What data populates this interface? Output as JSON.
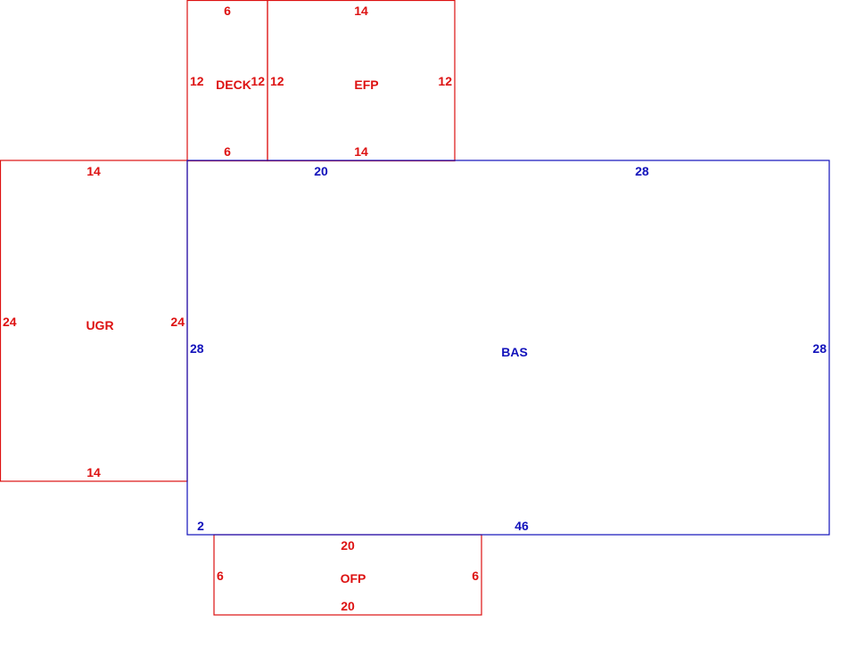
{
  "colors": {
    "addition": "#dd1111",
    "base": "#1111bb"
  },
  "areas": {
    "deck": {
      "code": "DECK",
      "dims": {
        "top": "6",
        "bottom": "6",
        "left": "12",
        "right": "12"
      }
    },
    "efp": {
      "code": "EFP",
      "dims": {
        "top": "14",
        "bottom": "14",
        "left": "12",
        "right": "12"
      }
    },
    "ugr": {
      "code": "UGR",
      "dims": {
        "top": "14",
        "bottom": "14",
        "left": "24",
        "right": "24"
      }
    },
    "bas": {
      "code": "BAS",
      "dims": {
        "top_left": "20",
        "top_right": "28",
        "left": "28",
        "right": "28",
        "bottom_left": "2",
        "bottom_right": "46"
      }
    },
    "ofp": {
      "code": "OFP",
      "dims": {
        "top": "20",
        "bottom": "20",
        "left": "6",
        "right": "6"
      }
    }
  }
}
